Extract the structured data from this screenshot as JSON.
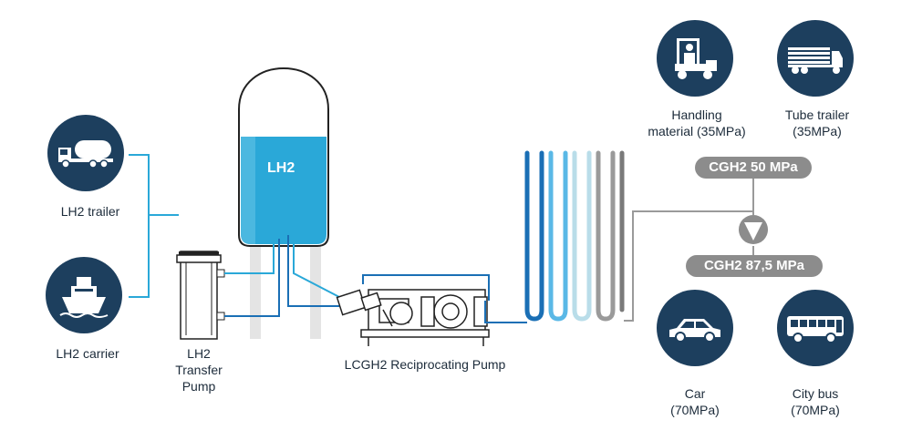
{
  "labels": {
    "lh2_trailer": "LH2 trailer",
    "lh2_carrier": "LH2 carrier",
    "transfer_pump_line1": "LH2",
    "transfer_pump_line2": "Transfer",
    "transfer_pump_line3": "Pump",
    "tank": "LH2",
    "reciprocating_pump": "LCGH2 Reciprocating Pump",
    "handling_line1": "Handling",
    "handling_line2": "material (35MPa)",
    "tube_trailer_line1": "Tube trailer",
    "tube_trailer_line2": "(35MPa)",
    "cgh2_50": "CGH2 50 MPa",
    "cgh2_875": "CGH2 87,5 MPa",
    "car_line1": "Car",
    "car_line2": "(70MPa)",
    "bus_line1": "City bus",
    "bus_line2": "(70MPa)"
  },
  "icons": {
    "trailer": "tanker-truck-icon",
    "carrier": "ship-icon",
    "forklift": "forklift-icon",
    "tube_trailer": "tube-trailer-icon",
    "car": "car-icon",
    "bus": "bus-icon",
    "valve": "valve-icon"
  },
  "colors": {
    "navy": "#1d3f5e",
    "liquid": "#2aa8d8",
    "pipe_blue": "#2aa8d8",
    "pipe_dark": "#1a6fb5",
    "pill_gray": "#8c8c8c",
    "pipe_gray": "#9a9a9a"
  }
}
